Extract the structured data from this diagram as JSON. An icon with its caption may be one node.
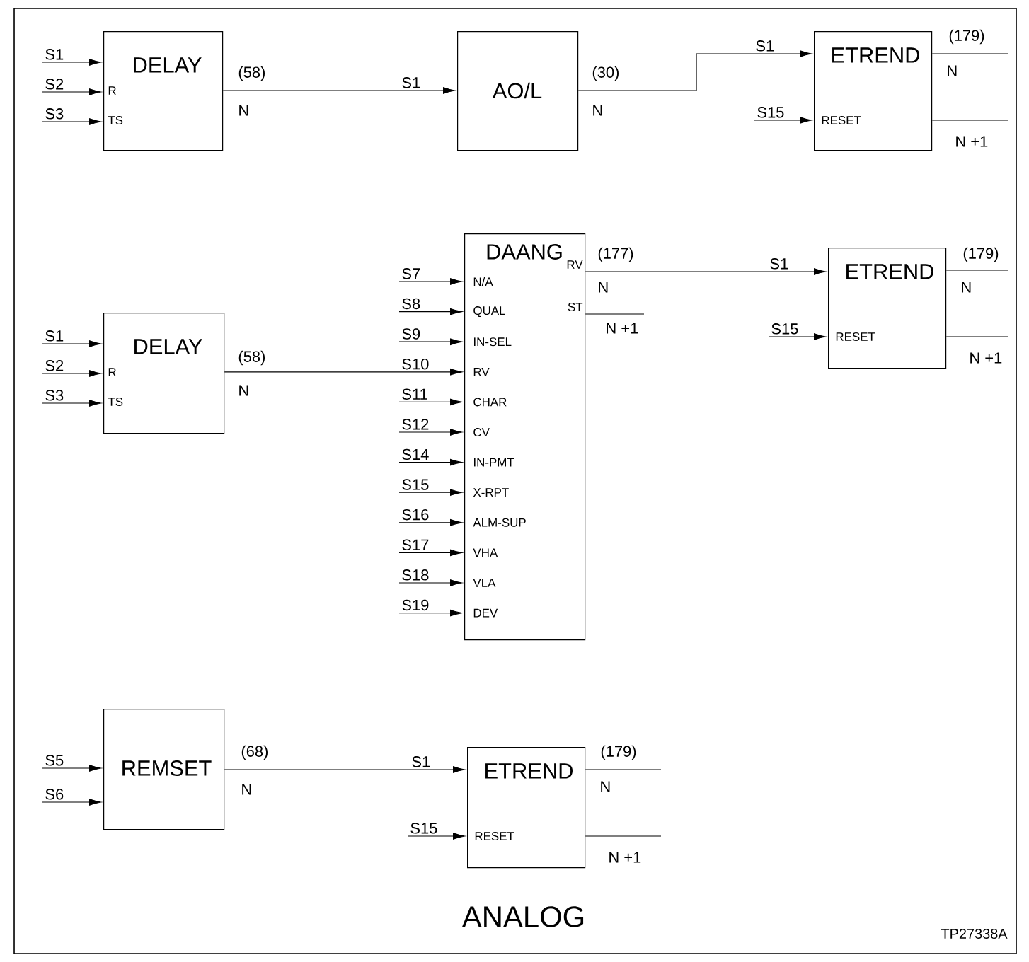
{
  "diagram": {
    "caption": "ANALOG",
    "nodes": [
      {
        "text": [
          "DELAY",
          "R",
          "TS"
        ],
        "beside": [
          "(58)",
          "N"
        ]
      },
      {
        "text": [
          "AO/L"
        ],
        "beside": [
          "(30)",
          "N"
        ]
      },
      {
        "text": [
          "ETREND",
          "RESET"
        ],
        "beside": [
          "(179)"
        ]
      },
      {
        "text": [
          "DELAY",
          "R",
          "TS"
        ],
        "beside": [
          "(58)",
          "N"
        ]
      },
      {
        "text": [
          "DAANG",
          "N/A",
          "QUAL",
          "IN-SEL",
          "RV",
          "CHAR",
          "CV",
          "IN-PMT",
          "X-RPT",
          "ALM-SUP",
          "VHA",
          "VLA",
          "DEV",
          "RV",
          "ST"
        ],
        "beside": [
          "(177)",
          "N"
        ]
      },
      {
        "text": [
          "ETREND",
          "RESET"
        ],
        "beside": [
          "(179)"
        ]
      },
      {
        "text": [
          "REMSET"
        ],
        "beside": [
          "(68)",
          "N"
        ]
      },
      {
        "text": [
          "ETREND",
          "RESET"
        ],
        "beside": [
          "(179)"
        ]
      }
    ],
    "edges": [
      {
        "from": null,
        "to": 0,
        "arrow": "to",
        "label": "S1"
      },
      {
        "from": null,
        "to": 0,
        "arrow": "to",
        "label": "S2"
      },
      {
        "from": null,
        "to": 0,
        "arrow": "to",
        "label": "S3"
      },
      {
        "from": 0,
        "to": 1,
        "arrow": "to",
        "label": "S1"
      },
      {
        "from": 1,
        "to": 2,
        "arrow": "to",
        "label": "S1"
      },
      {
        "from": null,
        "to": 2,
        "arrow": "to",
        "label": "S15"
      },
      {
        "from": 2,
        "to": null,
        "arrow": "none",
        "label": "N"
      },
      {
        "from": 2,
        "to": null,
        "arrow": "none",
        "label": "N +1"
      },
      {
        "from": null,
        "to": 3,
        "arrow": "to",
        "label": "S1"
      },
      {
        "from": null,
        "to": 3,
        "arrow": "to",
        "label": "S2"
      },
      {
        "from": null,
        "to": 3,
        "arrow": "to",
        "label": "S3"
      },
      {
        "from": null,
        "to": 4,
        "arrow": "to",
        "label": "S7"
      },
      {
        "from": null,
        "to": 4,
        "arrow": "to",
        "label": "S8"
      },
      {
        "from": null,
        "to": 4,
        "arrow": "to",
        "label": "S9"
      },
      {
        "from": 3,
        "to": 4,
        "arrow": "to",
        "label": "S10"
      },
      {
        "from": null,
        "to": 4,
        "arrow": "to",
        "label": "S11"
      },
      {
        "from": null,
        "to": 4,
        "arrow": "to",
        "label": "S12"
      },
      {
        "from": null,
        "to": 4,
        "arrow": "to",
        "label": "S14"
      },
      {
        "from": null,
        "to": 4,
        "arrow": "to",
        "label": "S15"
      },
      {
        "from": null,
        "to": 4,
        "arrow": "to",
        "label": "S16"
      },
      {
        "from": null,
        "to": 4,
        "arrow": "to",
        "label": "S17"
      },
      {
        "from": null,
        "to": 4,
        "arrow": "to",
        "label": "S18"
      },
      {
        "from": null,
        "to": 4,
        "arrow": "to",
        "label": "S19"
      },
      {
        "from": 4,
        "to": 5,
        "arrow": "to",
        "label": "S1"
      },
      {
        "from": 4,
        "to": null,
        "arrow": "none",
        "label": "N +1"
      },
      {
        "from": null,
        "to": 5,
        "arrow": "to",
        "label": "S15"
      },
      {
        "from": 5,
        "to": null,
        "arrow": "none",
        "label": "N"
      },
      {
        "from": 5,
        "to": null,
        "arrow": "none",
        "label": "N +1"
      },
      {
        "from": null,
        "to": 6,
        "arrow": "to",
        "label": "S5"
      },
      {
        "from": null,
        "to": 6,
        "arrow": "to",
        "label": "S6"
      },
      {
        "from": 6,
        "to": 7,
        "arrow": "to",
        "label": "S1"
      },
      {
        "from": null,
        "to": 7,
        "arrow": "to",
        "label": "S15"
      },
      {
        "from": 7,
        "to": null,
        "arrow": "none",
        "label": "N"
      },
      {
        "from": 7,
        "to": null,
        "arrow": "none",
        "label": "N +1"
      }
    ],
    "labels": [
      "TP27338A"
    ]
  }
}
